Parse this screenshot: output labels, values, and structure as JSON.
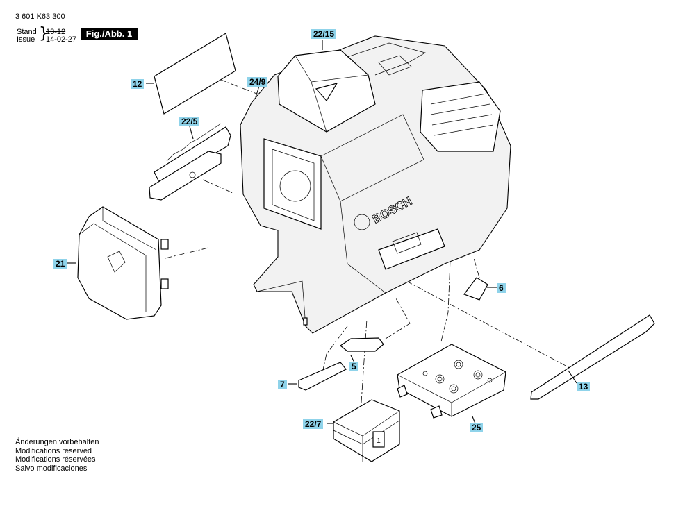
{
  "header": {
    "part_number": "3 601 K63 300",
    "stand_label": "Stand",
    "issue_label": "Issue",
    "old_version": "13-12",
    "new_version": "14-02-27",
    "figure_label": "Fig./Abb. 1"
  },
  "brand": "BOSCH",
  "callouts": [
    {
      "id": "22/15"
    },
    {
      "id": "12"
    },
    {
      "id": "24/9"
    },
    {
      "id": "22/5"
    },
    {
      "id": "21"
    },
    {
      "id": "6"
    },
    {
      "id": "5"
    },
    {
      "id": "7"
    },
    {
      "id": "13"
    },
    {
      "id": "25"
    },
    {
      "id": "22/7"
    }
  ],
  "battery_mark": "1",
  "footer": [
    "Änderungen vorbehalten",
    "Modifications reserved",
    "Modifications réservées",
    "Salvo modificaciones"
  ],
  "colors": {
    "callout_bg": "#8fd3ea",
    "figure_bg": "#000000"
  }
}
